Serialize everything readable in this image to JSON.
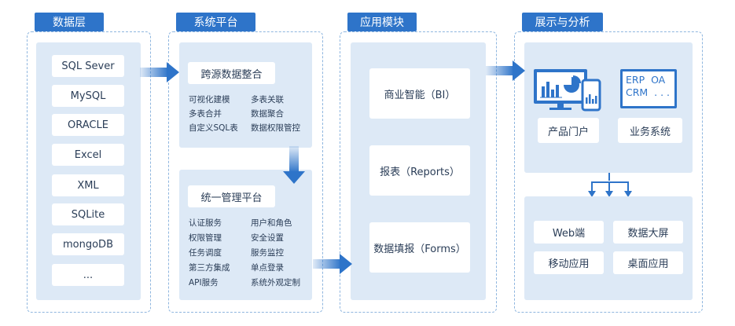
{
  "columns": {
    "data_layer": "数据层",
    "system_platform": "系统平台",
    "app_modules": "应用模块",
    "display_analysis": "展示与分析"
  },
  "data_sources": [
    "SQL Sever",
    "MySQL",
    "ORACLE",
    "Excel",
    "XML",
    "SQLite",
    "mongoDB",
    "..."
  ],
  "platform": {
    "integration": {
      "title": "跨源数据整合",
      "items": [
        "可视化建模",
        "多表关联",
        "多表合并",
        "数据聚合",
        "自定义SQL表",
        "数据权限管控"
      ]
    },
    "management": {
      "title": "统一管理平台",
      "items": [
        "认证服务",
        "用户和角色",
        "权限管理",
        "安全设置",
        "任务调度",
        "服务监控",
        "第三方集成",
        "单点登录",
        "API服务",
        "系统外观定制"
      ]
    }
  },
  "modules": [
    "商业智能（BI）",
    "报表（Reports）",
    "数据填报（Forms）"
  ],
  "display": {
    "product_portal": "产品门户",
    "business_system": "业务系统",
    "business_system_text": "ERP  OA\nCRM  . . .",
    "endpoints": [
      "Web端",
      "数据大屏",
      "移动应用",
      "桌面应用"
    ]
  },
  "colors": {
    "accent": "#2e74c9",
    "panel": "#dde9f6",
    "border": "#8fb6df"
  }
}
